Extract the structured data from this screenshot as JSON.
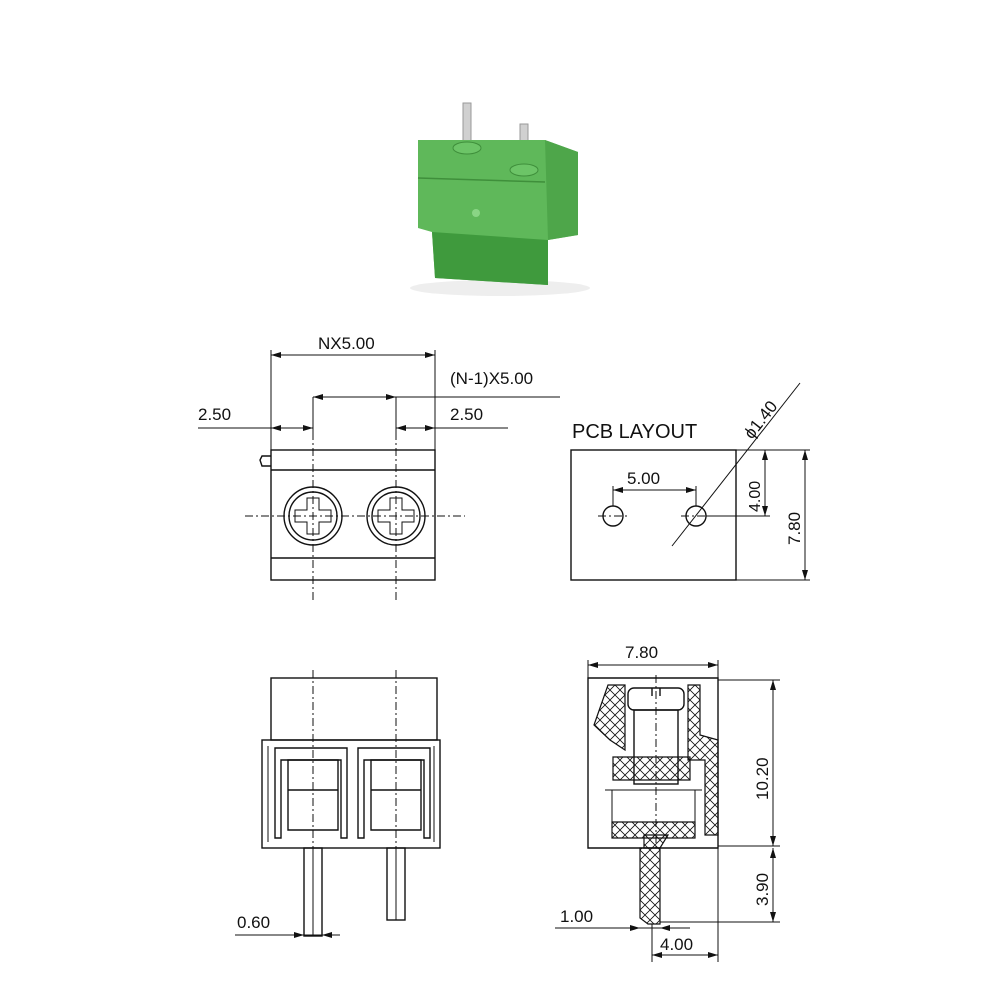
{
  "photo": {
    "body_color": "#5fb85a",
    "shade_color": "#3f9a3d",
    "pin_color": "#d8d8d8"
  },
  "front_view": {
    "overall_width": "NX5.00",
    "pitch_span": "(N-1)X5.00",
    "left_offset": "2.50",
    "right_offset": "2.50"
  },
  "pcb_layout": {
    "title": "PCB LAYOUT",
    "hole_diameter": "ϕ1.40",
    "pitch": "5.00",
    "hole_offset": "4.00",
    "depth": "7.80"
  },
  "bottom_view": {
    "pin_width": "0.60"
  },
  "side_view": {
    "width": "7.80",
    "body_height": "10.20",
    "pin_length": "3.90",
    "pin_thickness": "1.00",
    "pin_offset": "4.00"
  }
}
